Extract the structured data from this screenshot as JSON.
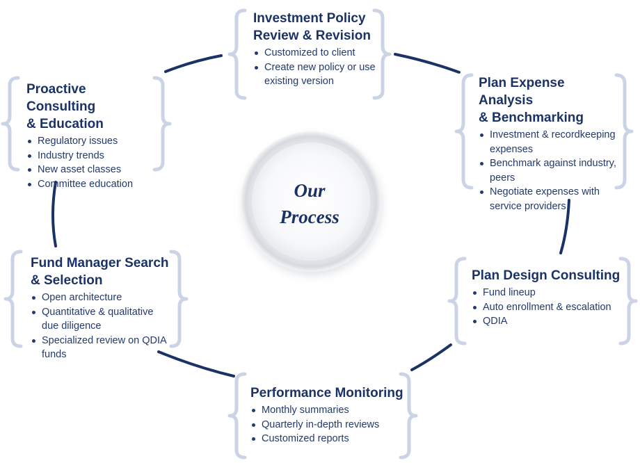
{
  "center": {
    "line1": "Our",
    "line2": "Process"
  },
  "stages": [
    {
      "id": "investment-policy",
      "title": [
        "Investment Policy",
        "Review & Revision"
      ],
      "bullets": [
        "Customized to client",
        "Create new policy or use existing version"
      ]
    },
    {
      "id": "plan-expense",
      "title": [
        "Plan Expense Analysis",
        "& Benchmarking"
      ],
      "bullets": [
        "Investment & recordkeeping expenses",
        "Benchmark against industry, peers",
        "Negotiate expenses with service providers"
      ]
    },
    {
      "id": "plan-design",
      "title": [
        "Plan Design Consulting"
      ],
      "bullets": [
        "Fund lineup",
        "Auto enrollment & escalation",
        "QDIA"
      ]
    },
    {
      "id": "performance",
      "title": [
        "Performance Monitoring"
      ],
      "bullets": [
        "Monthly summaries",
        "Quarterly in-depth reviews",
        "Customized reports"
      ]
    },
    {
      "id": "fund-manager",
      "title": [
        "Fund Manager Search",
        "& Selection"
      ],
      "bullets": [
        "Open architecture",
        "Quantitative & qualitative due diligence",
        "Specialized review on QDIA funds"
      ]
    },
    {
      "id": "proactive",
      "title": [
        "Proactive Consulting",
        "& Education"
      ],
      "bullets": [
        "Regulatory issues",
        "Industry trends",
        "New asset classes",
        "Committee education"
      ]
    }
  ],
  "colors": {
    "text": "#1b3266",
    "arc": "#1b3266",
    "brace": "#c9d3e6"
  }
}
